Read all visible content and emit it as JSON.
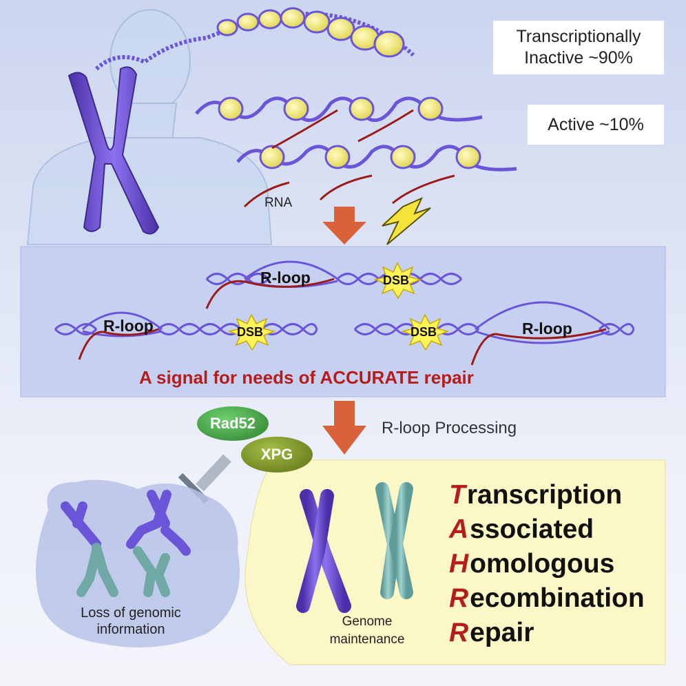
{
  "callouts": {
    "inactive_line1": "Transcriptionally",
    "inactive_line2": "Inactive ~90%",
    "active": "Active ~10%"
  },
  "labels": {
    "rna": "RNA",
    "rloop": "R-loop",
    "dsb": "DSB",
    "signal": "A signal for needs of ACCURATE repair",
    "processing": "R-loop Processing",
    "loss_line1": "Loss of genomic",
    "loss_line2": "information",
    "genome_line1": "Genome",
    "genome_line2": "maintenance"
  },
  "proteins": {
    "rad52": "Rad52",
    "xpg": "XPG"
  },
  "acronym": [
    {
      "cap": "T",
      "rest": "ranscription"
    },
    {
      "cap": "A",
      "rest": "ssociated"
    },
    {
      "cap": "H",
      "rest": "omologous"
    },
    {
      "cap": "R",
      "rest": "ecombination"
    },
    {
      "cap": "R",
      "rest": "epair"
    }
  ],
  "colors": {
    "dna": "#6a55d8",
    "rna": "#9b1b1b",
    "nucleosome": "#f2ec7e",
    "band": "#c6d1f1",
    "panel": "#fbf7c6",
    "arrow": "#d9623a",
    "accent_red": "#b71c1c",
    "rad52": "#3f9a3f",
    "xpg": "#6f8a1e",
    "dsb_star": "#fff35a"
  }
}
